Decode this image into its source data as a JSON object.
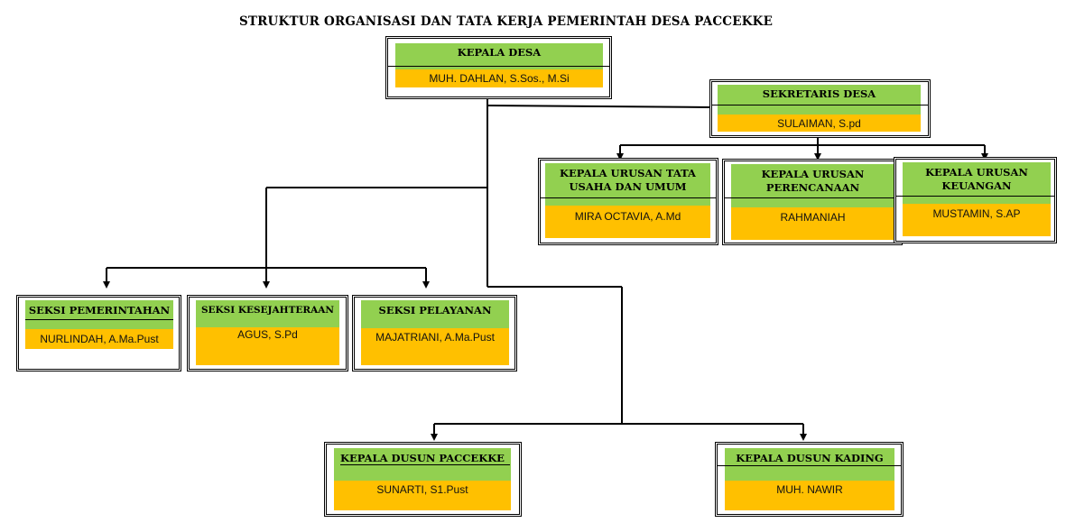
{
  "title": "STRUKTUR ORGANISASI DAN TATA KERJA PEMERINTAH DESA PACCEKKE",
  "kepala_desa": {
    "title": "KEPALA DESA",
    "name": "MUH. DAHLAN, S.Sos., M.Si"
  },
  "sekretaris": {
    "title": "SEKRETARIS DESA",
    "name": "SULAIMAN, S.pd"
  },
  "kaur_tu": {
    "title": "KEPALA URUSAN TATA USAHA DAN UMUM",
    "name": "MIRA OCTAVIA, A.Md"
  },
  "kaur_perencanaan": {
    "title": "KEPALA URUSAN PERENCANAAN",
    "name": "RAHMANIAH"
  },
  "kaur_keuangan": {
    "title": "KEPALA URUSAN KEUANGAN",
    "name": "MUSTAMIN, S.AP"
  },
  "seksi_pemerintahan": {
    "title": "SEKSI PEMERINTAHAN",
    "name": "NURLINDAH, A.Ma.Pust"
  },
  "seksi_kesejahteraan": {
    "title": "SEKSI KESEJAHTERAAN",
    "name": "AGUS, S.Pd"
  },
  "seksi_pelayanan": {
    "title": "SEKSI PELAYANAN",
    "name": "MAJATRIANI, A.Ma.Pust"
  },
  "dusun_paccekke": {
    "title": "KEPALA DUSUN PACCEKKE",
    "name": "SUNARTI, S1.Pust"
  },
  "dusun_kading": {
    "title": "KEPALA DUSUN KADING",
    "name": "MUH. NAWIR"
  },
  "colors": {
    "title_band": "#92d050",
    "name_band": "#ffc000",
    "line": "#000000"
  }
}
